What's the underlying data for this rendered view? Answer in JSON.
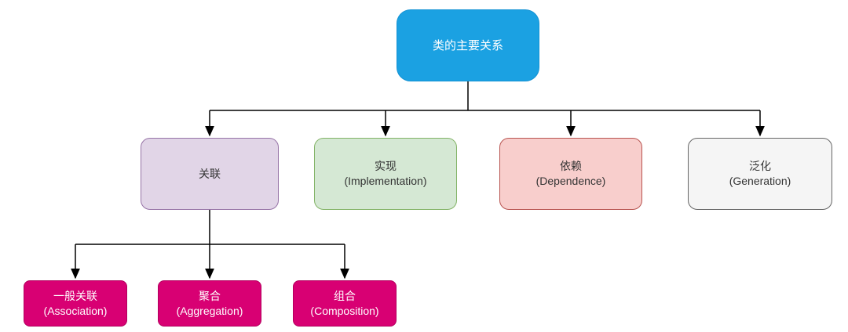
{
  "diagram": {
    "title": "类的主要关系",
    "connector_color": "#000000",
    "root": {
      "label": "类的主要关系",
      "fill": "#1BA1E2",
      "stroke": "#1292D4",
      "text_color": "#FFFFFF"
    },
    "level2": [
      {
        "label": "关联",
        "sublabel": "",
        "fill": "#E1D5E7",
        "stroke": "#9673A6",
        "text_color": "#333333"
      },
      {
        "label": "实现",
        "sublabel": "(Implementation)",
        "fill": "#D5E8D4",
        "stroke": "#82B366",
        "text_color": "#333333"
      },
      {
        "label": "依赖",
        "sublabel": "(Dependence)",
        "fill": "#F8CECC",
        "stroke": "#B85450",
        "text_color": "#333333"
      },
      {
        "label": "泛化",
        "sublabel": "(Generation)",
        "fill": "#F5F5F5",
        "stroke": "#666666",
        "text_color": "#333333"
      }
    ],
    "level3": [
      {
        "label": "一般关联",
        "sublabel": "(Association)",
        "fill": "#D80073",
        "stroke": "#B3005E",
        "text_color": "#FFFFFF"
      },
      {
        "label": "聚合",
        "sublabel": "(Aggregation)",
        "fill": "#D80073",
        "stroke": "#B3005E",
        "text_color": "#FFFFFF"
      },
      {
        "label": "组合",
        "sublabel": "(Composition)",
        "fill": "#D80073",
        "stroke": "#B3005E",
        "text_color": "#FFFFFF"
      }
    ]
  }
}
